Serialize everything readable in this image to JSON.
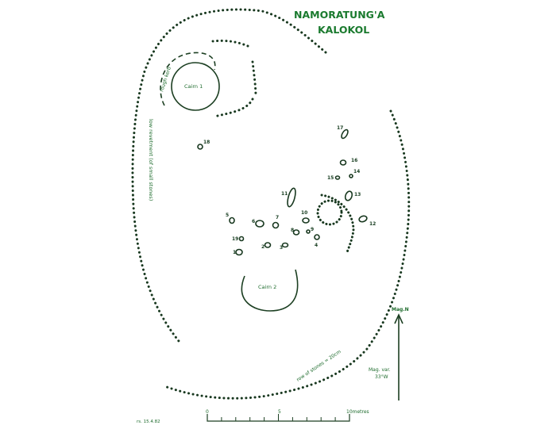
{
  "title": {
    "line1": "NAMORATUNG'A",
    "line2": "KALOKOL"
  },
  "features": {
    "cairn1": "Cairn 1",
    "cairn2": "Cairn 2",
    "kerb": "rough kerb",
    "revetment": "low revetment (of small stones)",
    "row": "row of stones = 20cm"
  },
  "stones": [
    {
      "label": "1"
    },
    {
      "label": "2"
    },
    {
      "label": "3"
    },
    {
      "label": "4"
    },
    {
      "label": "5"
    },
    {
      "label": "6"
    },
    {
      "label": "7"
    },
    {
      "label": "8"
    },
    {
      "label": "9"
    },
    {
      "label": "10"
    },
    {
      "label": "11"
    },
    {
      "label": "12"
    },
    {
      "label": "13"
    },
    {
      "label": "14"
    },
    {
      "label": "15"
    },
    {
      "label": "16"
    },
    {
      "label": "17"
    },
    {
      "label": "18"
    },
    {
      "label": "19"
    }
  ],
  "north": {
    "label": "Mag.N",
    "var1": "Mag. var.",
    "var2": "33°W"
  },
  "scale": {
    "zero": "0",
    "mid": "5",
    "end": "10metres"
  },
  "credit": "rs. 15.4.82",
  "colors": {
    "ink": "#18381f",
    "label_green": "#1a7a2e"
  }
}
